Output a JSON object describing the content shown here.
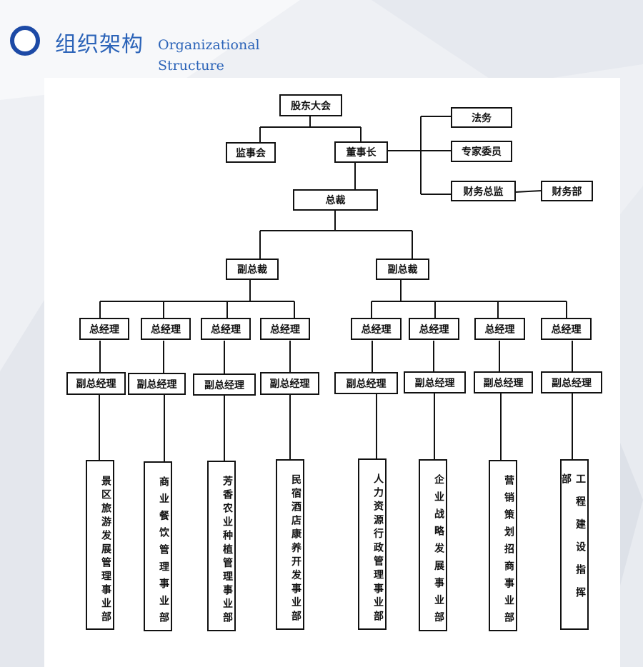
{
  "header": {
    "title_cn": "组织架构",
    "title_en_line1": "Organizational",
    "title_en_line2": "Structure"
  },
  "colors": {
    "accent": "#2b63b8",
    "ring": "#1d4aa6"
  },
  "org": {
    "shareholders": "股东大会",
    "supervisory_board": "监事会",
    "chairman": "董事长",
    "legal": "法务",
    "experts": "专家委员",
    "cfo": "财务总监",
    "finance_dept": "财务部",
    "president": "总裁",
    "vp_left": "副总裁",
    "vp_right": "副总裁",
    "gm_label": "总经理",
    "dgm_label": "副总经理",
    "departments": [
      "景区旅游发展管理事业部",
      "商业餐饮管理事业部",
      "芳香农业种植管理事业部",
      "民宿酒店康养开发事业部",
      "人力资源行政管理事业部",
      "企业战略发展事业部",
      "营销策划招商事业部",
      "工程建设指挥部"
    ]
  }
}
